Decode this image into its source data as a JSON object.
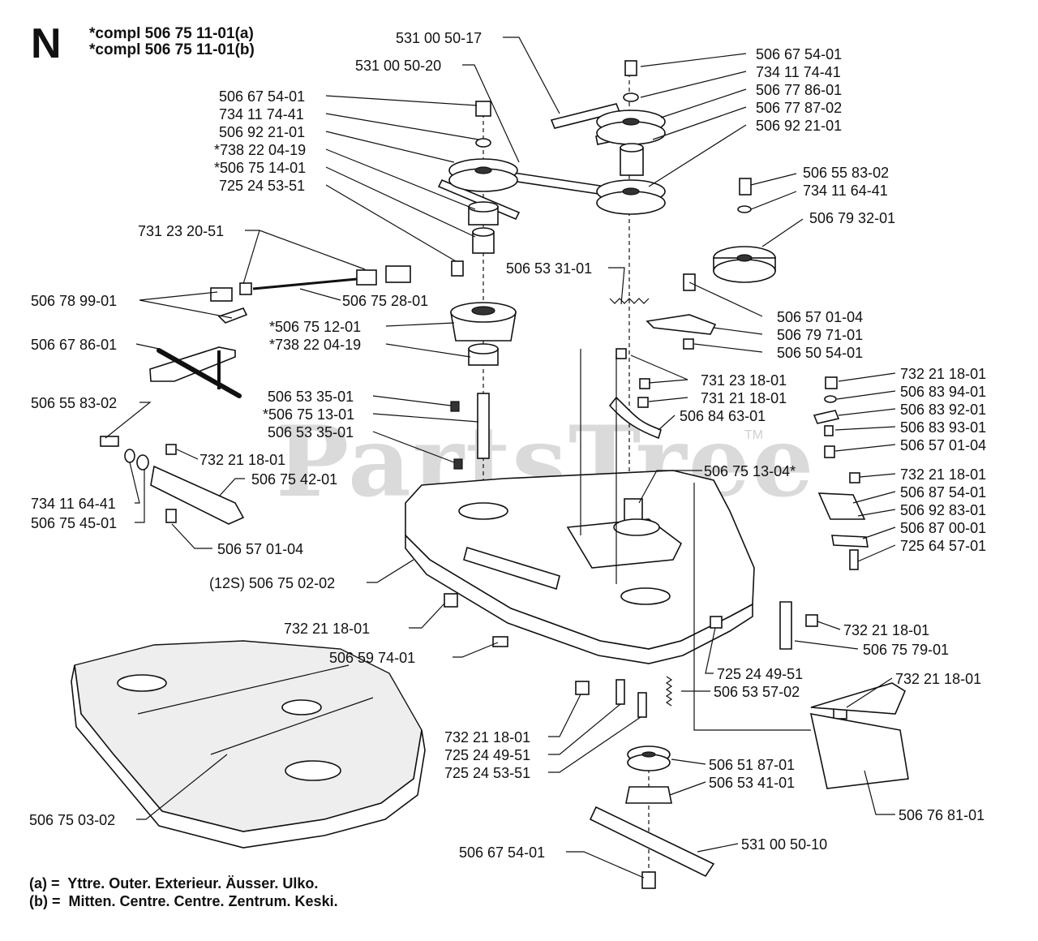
{
  "header": {
    "section_letter": "N",
    "assemblies": [
      "*compl 506 75 11-01(a)",
      "*compl 506 75 11-01(b)"
    ]
  },
  "watermark": {
    "text": "PartsTree",
    "tm": "TM"
  },
  "callouts": [
    {
      "id": "c01",
      "text": "531 00 50-17"
    },
    {
      "id": "c02",
      "text": "531 00 50-20"
    },
    {
      "id": "c03",
      "text": "506 67 54-01"
    },
    {
      "id": "c04",
      "text": "734 11 74-41"
    },
    {
      "id": "c05",
      "text": "506 77 86-01"
    },
    {
      "id": "c06",
      "text": "506 77 87-02"
    },
    {
      "id": "c07",
      "text": "506 92 21-01"
    },
    {
      "id": "c08",
      "text": "506 67 54-01"
    },
    {
      "id": "c09",
      "text": "734 11 74-41"
    },
    {
      "id": "c10",
      "text": "506 92 21-01"
    },
    {
      "id": "c11",
      "text": "*738 22 04-19"
    },
    {
      "id": "c12",
      "text": "*506 75 14-01"
    },
    {
      "id": "c13",
      "text": "725 24 53-51"
    },
    {
      "id": "c14",
      "text": "506 55 83-02"
    },
    {
      "id": "c15",
      "text": "734 11 64-41"
    },
    {
      "id": "c16",
      "text": "506 79 32-01"
    },
    {
      "id": "c17",
      "text": "731 23 20-51"
    },
    {
      "id": "c18",
      "text": "506 53 31-01"
    },
    {
      "id": "c19",
      "text": "506 78 99-01"
    },
    {
      "id": "c20",
      "text": "506 75 28-01"
    },
    {
      "id": "c21",
      "text": "506 57 01-04"
    },
    {
      "id": "c22",
      "text": "506 79 71-01"
    },
    {
      "id": "c23",
      "text": "*506 75 12-01"
    },
    {
      "id": "c24",
      "text": "506 67 86-01"
    },
    {
      "id": "c25",
      "text": "*738 22 04-19"
    },
    {
      "id": "c26",
      "text": "506 50 54-01"
    },
    {
      "id": "c27",
      "text": "731 23 18-01"
    },
    {
      "id": "c28",
      "text": "732 21 18-01"
    },
    {
      "id": "c29",
      "text": "506 53 35-01"
    },
    {
      "id": "c30",
      "text": "731 21 18-01"
    },
    {
      "id": "c31",
      "text": "506 83 94-01"
    },
    {
      "id": "c32",
      "text": "506 55 83-02"
    },
    {
      "id": "c33",
      "text": "*506 75 13-01"
    },
    {
      "id": "c34",
      "text": "506 84 63-01"
    },
    {
      "id": "c35",
      "text": "506 83 92-01"
    },
    {
      "id": "c36",
      "text": "506 53 35-01"
    },
    {
      "id": "c37",
      "text": "506 83 93-01"
    },
    {
      "id": "c38",
      "text": "732 21 18-01"
    },
    {
      "id": "c39",
      "text": "506 57 01-04"
    },
    {
      "id": "c40",
      "text": "506 75 42-01"
    },
    {
      "id": "c41",
      "text": "506 75 13-04*"
    },
    {
      "id": "c42",
      "text": "732 21 18-01"
    },
    {
      "id": "c43",
      "text": "734 11 64-41"
    },
    {
      "id": "c44",
      "text": "506 87 54-01"
    },
    {
      "id": "c45",
      "text": "506 75 45-01"
    },
    {
      "id": "c46",
      "text": "506 92 83-01"
    },
    {
      "id": "c47",
      "text": "506 57 01-04"
    },
    {
      "id": "c48",
      "text": "506 87 00-01"
    },
    {
      "id": "c49",
      "text": "725 64 57-01"
    },
    {
      "id": "c50",
      "text": "(12S) 506 75 02-02"
    },
    {
      "id": "c51",
      "text": "732 21 18-01"
    },
    {
      "id": "c52",
      "text": "732 21 18-01"
    },
    {
      "id": "c53",
      "text": "506 59 74-01"
    },
    {
      "id": "c54",
      "text": "506 75 79-01"
    },
    {
      "id": "c55",
      "text": "725 24 49-51"
    },
    {
      "id": "c56",
      "text": "732 21 18-01"
    },
    {
      "id": "c57",
      "text": "506 53 57-02"
    },
    {
      "id": "c58",
      "text": "732 21 18-01"
    },
    {
      "id": "c59",
      "text": "725 24 49-51"
    },
    {
      "id": "c60",
      "text": "725 24 53-51"
    },
    {
      "id": "c61",
      "text": "506 51 87-01"
    },
    {
      "id": "c62",
      "text": "506 53 41-01"
    },
    {
      "id": "c63",
      "text": "506 75 03-02"
    },
    {
      "id": "c64",
      "text": "506 76 81-01"
    },
    {
      "id": "c65",
      "text": "531 00 50-10"
    },
    {
      "id": "c66",
      "text": "506 67 54-01"
    }
  ],
  "legend": [
    {
      "key": "(a) =",
      "text": "Yttre. Outer. Exterieur. Äusser. Ulko."
    },
    {
      "key": "(b) =",
      "text": "Mitten. Centre. Centre. Zentrum. Keski."
    }
  ]
}
